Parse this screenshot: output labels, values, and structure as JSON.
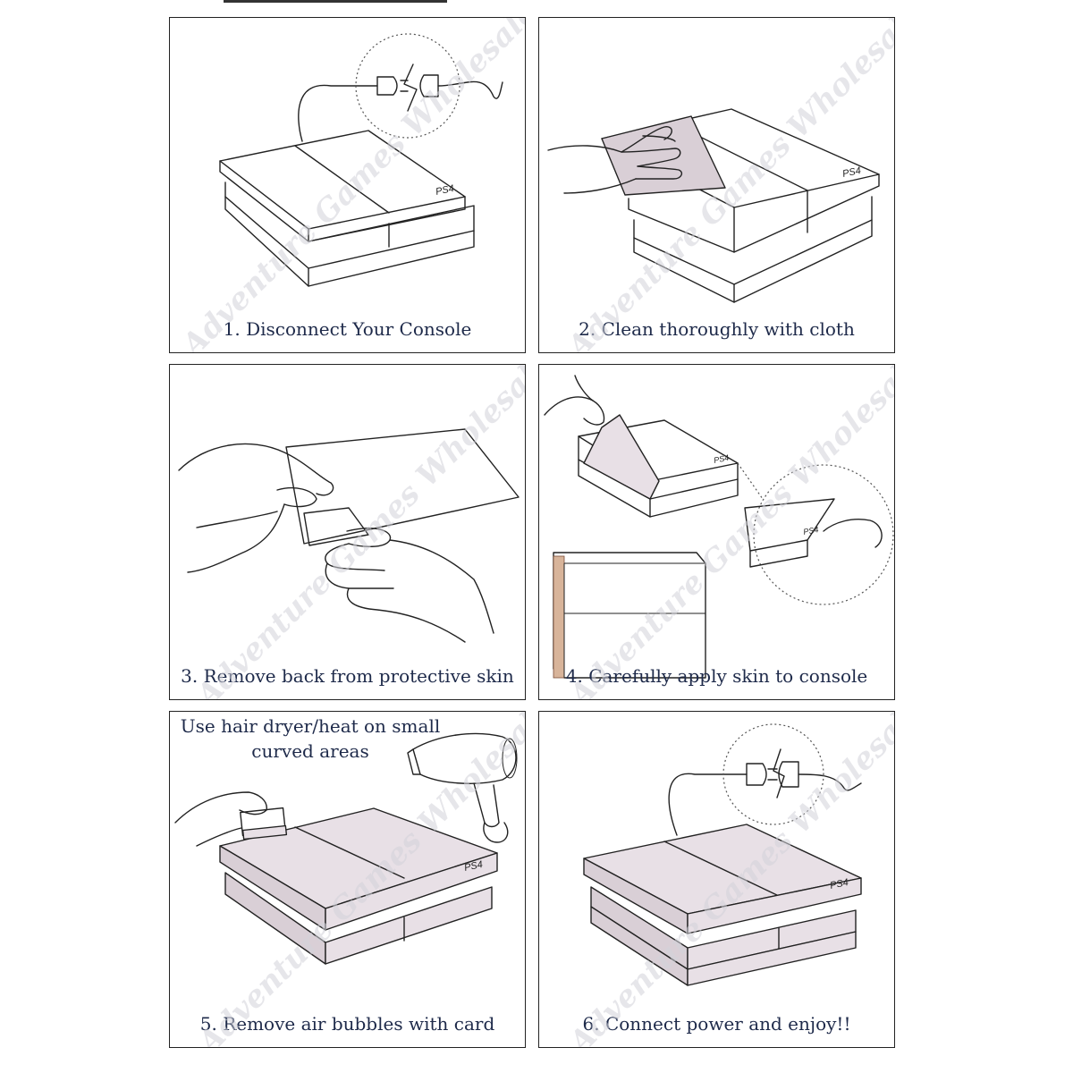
{
  "steps": [
    {
      "caption": "1. Disconnect Your Console"
    },
    {
      "caption": "2. Clean thoroughly with cloth"
    },
    {
      "caption": "3. Remove back from protective skin"
    },
    {
      "caption": "4. Carefully apply skin to console"
    },
    {
      "caption": "5. Remove air bubbles with card",
      "note_line1": "Use hair dryer/heat on small",
      "note_line2": "curved areas"
    },
    {
      "caption": "6. Connect power and enjoy!!"
    }
  ],
  "console_label": "PS4",
  "watermark": "Adventure Games Wholesale"
}
